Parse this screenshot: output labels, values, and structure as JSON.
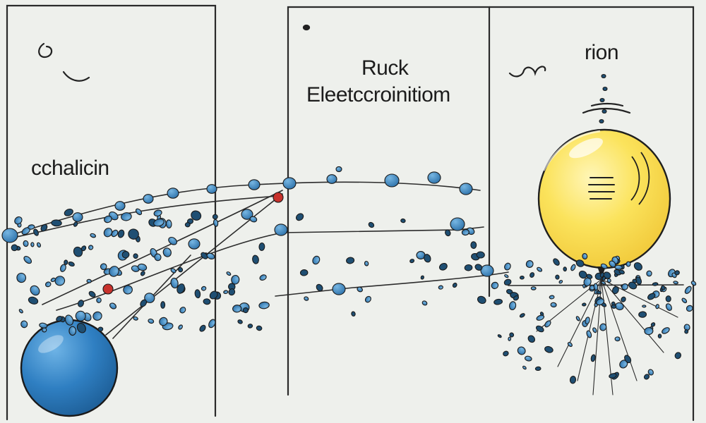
{
  "labels": {
    "left_panel": "cchalicin",
    "middle_title": "Ruck",
    "middle_subtitle": "Eleetccroinitiom",
    "right_panel": "rion"
  },
  "colors": {
    "background": "#eef0ec",
    "ink": "#1c1c1c",
    "blue_particle": "#3b86c0",
    "dark_particle": "#1f4f73",
    "red_particle": "#c8322c",
    "bulb_yellow": "#fbe35c",
    "big_ball": "#2f7fc2"
  }
}
